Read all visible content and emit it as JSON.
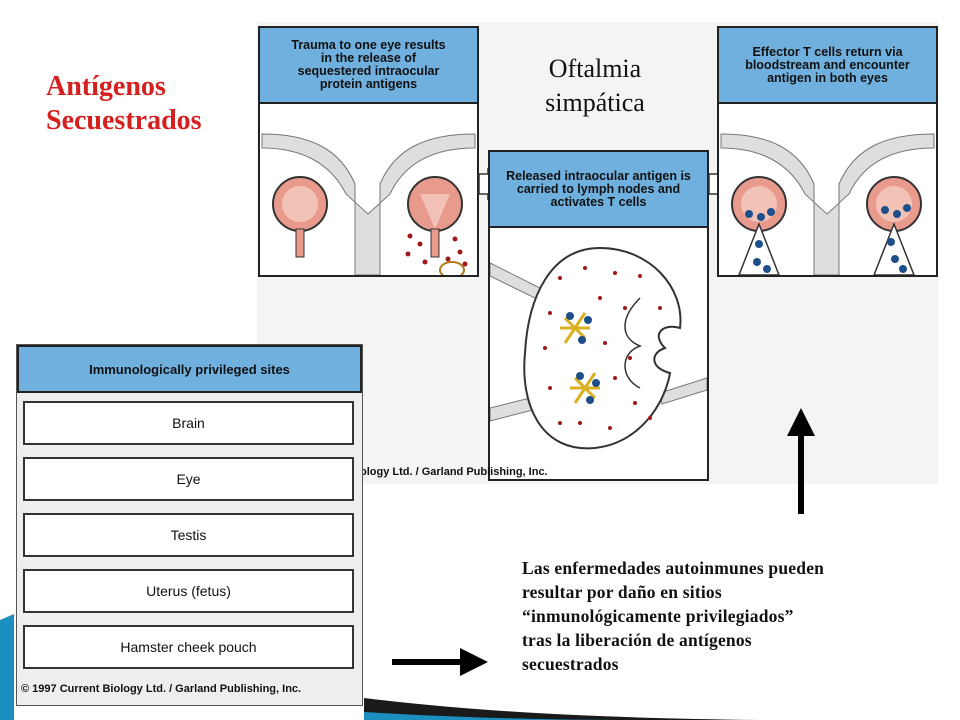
{
  "slide": {
    "title_line1": "Antígenos",
    "title_line2": "Secuestrados",
    "subtitle_line1": "Oftalmia",
    "subtitle_line2": "simpática",
    "caption_lines": [
      "Las enfermedades autoinmunes pueden",
      "resultar por daño en sitios",
      "“inmunológicamente privilegiados”",
      "tras la liberación de antígenos",
      "secuestrados"
    ]
  },
  "figure_top": {
    "panel1_header": "Trauma to one eye results in the release of sequestered intraocular protein antigens",
    "panel2_header": "Released intraocular antigen is carried to lymph nodes and activates T cells",
    "panel3_header": "Effector T cells return via bloodstream and encounter antigen in both eyes",
    "copyright": "ology Ltd. / Garland Publishing, Inc."
  },
  "privileged_sites": {
    "header": "Immunologically privileged sites",
    "sites": [
      "Brain",
      "Eye",
      "Testis",
      "Uterus (fetus)",
      "Hamster cheek pouch"
    ],
    "copyright": "© 1997 Current Biology Ltd. / Garland Publishing, Inc."
  },
  "colors": {
    "title_red": "#d62020",
    "header_blue": "#6fb0df",
    "eye_pink": "#e89b8c",
    "antigen_red": "#a01818",
    "tcell_blue": "#1d4f8a"
  }
}
